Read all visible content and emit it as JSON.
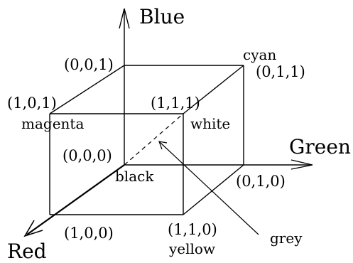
{
  "axes": {
    "blue": "Blue",
    "green": "Green",
    "red": "Red"
  },
  "vertices": {
    "origin": {
      "coord": "(0,0,0)",
      "name": "black"
    },
    "blue": {
      "coord": "(0,0,1)"
    },
    "cyan": {
      "coord": "(0,1,1)",
      "name": "cyan"
    },
    "magenta": {
      "coord": "(1,0,1)",
      "name": "magenta"
    },
    "white": {
      "coord": "(1,1,1)",
      "name": "white"
    },
    "green": {
      "coord": "(0,1,0)"
    },
    "red": {
      "coord": "(1,0,0)"
    },
    "yellow": {
      "coord": "(1,1,0)",
      "name": "yellow"
    }
  },
  "diagonal_label": "grey"
}
